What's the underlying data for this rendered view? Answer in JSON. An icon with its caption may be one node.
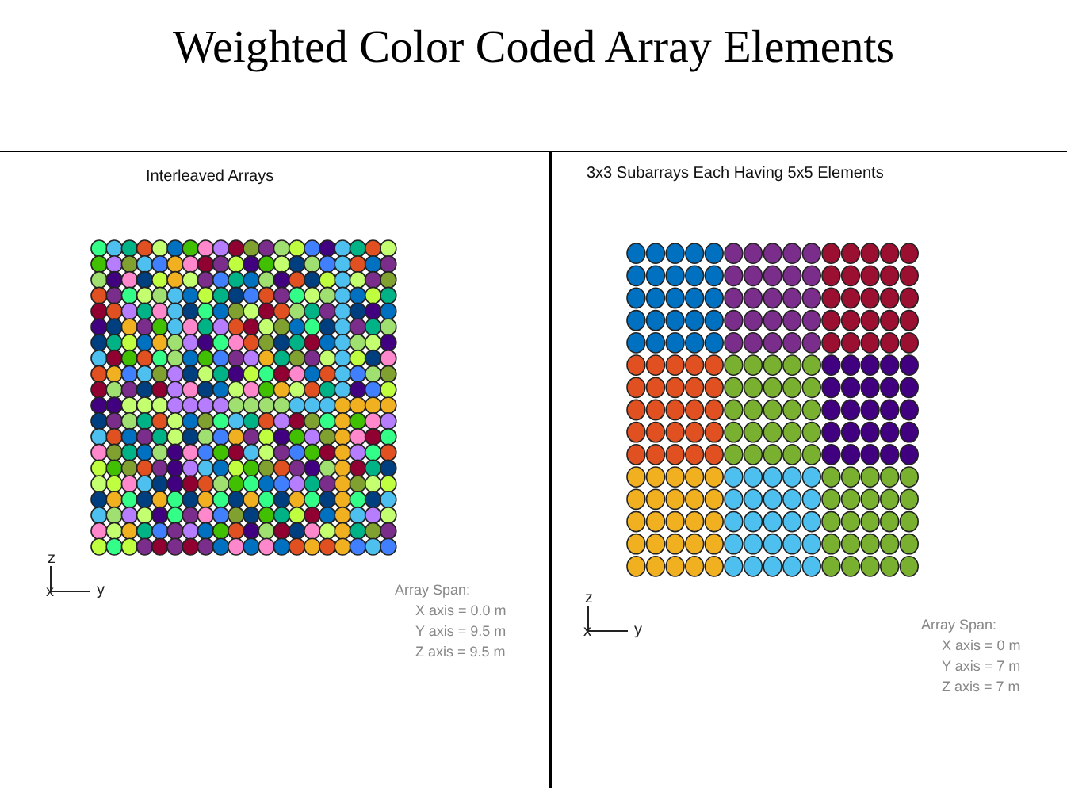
{
  "diagram": {
    "title": "Weighted Color Coded Array Elements",
    "nodes": [
      {
        "text": [
          "Interleaved Arrays"
        ]
      },
      {
        "text": [
          "3x3 Subarrays Each Having 5x5 Elements"
        ]
      }
    ],
    "labels": [
      "z",
      "x",
      "y",
      "Array Span:",
      "X axis = 0.0 m",
      "Y axis = 9.5 m",
      "Z axis = 9.5 m",
      "z",
      "x",
      "y",
      "Array Span:",
      "X axis = 0 m",
      "Y axis = 7 m",
      "Z axis = 7 m"
    ]
  }
}
